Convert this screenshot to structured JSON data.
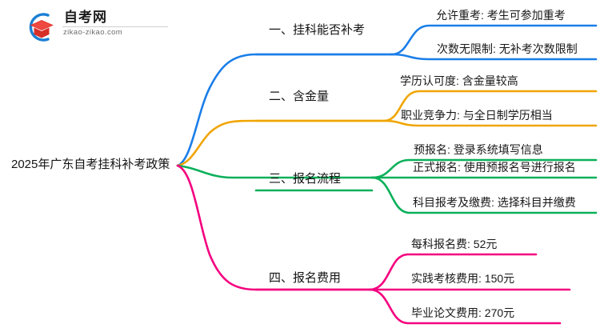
{
  "logo": {
    "name": "自考网",
    "domain": "zikao-zikao.com",
    "mark_icon": "graduation-cap-icon",
    "arc_color": "#1a7fd4",
    "cap_color": "#e23c34"
  },
  "mindmap": {
    "root": {
      "label": "2025年广东自考挂科补考政策"
    },
    "branches": [
      {
        "id": "branch-1",
        "label": "一、挂科能否补考",
        "color": "#1a7ee8",
        "children": [
          {
            "label": "允许重考: 考生可参加重考"
          },
          {
            "label": "次数无限制: 无补考次数限制"
          }
        ]
      },
      {
        "id": "branch-2",
        "label": "二、含金量",
        "color": "#f0a500",
        "children": [
          {
            "label": "学历认可度: 含金量较高"
          },
          {
            "label": "职业竞争力: 与全日制学历相当"
          }
        ]
      },
      {
        "id": "branch-3",
        "label": "三、报名流程",
        "color": "#0ab05a",
        "children": [
          {
            "label": "预报名: 登录系统填写信息"
          },
          {
            "label": "正式报名: 使用预报名号进行报名"
          },
          {
            "label": "科目报考及缴费: 选择科目并缴费"
          }
        ]
      },
      {
        "id": "branch-4",
        "label": "四、报名费用",
        "color": "#f4007f",
        "children": [
          {
            "label": "每科报名费: 52元"
          },
          {
            "label": "实践考核费用: 150元"
          },
          {
            "label": "毕业论文费用: 270元"
          }
        ]
      }
    ]
  }
}
